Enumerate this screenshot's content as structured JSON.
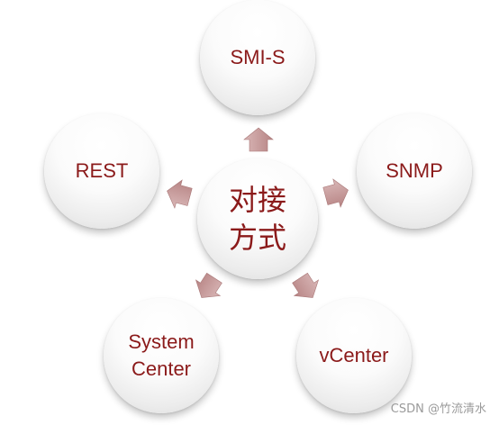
{
  "center": {
    "label": "对接方式"
  },
  "nodes": {
    "smis": "SMI-S",
    "snmp": "SNMP",
    "vcenter": "vCenter",
    "system_center": [
      "System",
      "Center"
    ],
    "rest": "REST"
  },
  "colors": {
    "label": "#8b1a1a",
    "arrow": "#c9a0a0",
    "circle_edge": "#d9d9d9"
  },
  "watermark": "CSDN @竹流清水"
}
